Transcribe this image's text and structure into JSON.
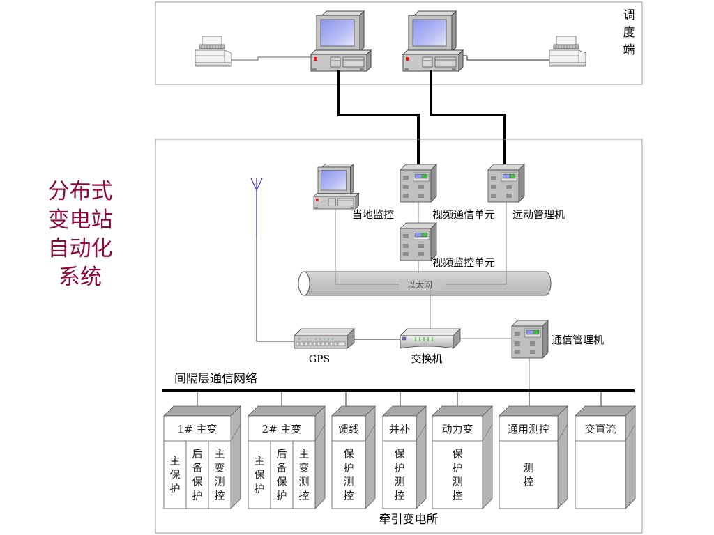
{
  "side_title": [
    "分布式",
    "变电站",
    "自动化",
    "系统"
  ],
  "dispatch": {
    "label_chars": [
      "调",
      "度",
      "端"
    ],
    "devices": [
      {
        "type": "printer",
        "name": "left-printer"
      },
      {
        "type": "computer",
        "name": "dispatch-computer-1"
      },
      {
        "type": "computer",
        "name": "dispatch-computer-2"
      },
      {
        "type": "printer",
        "name": "right-printer"
      }
    ]
  },
  "station": {
    "local_monitor": "当地监控",
    "video_comm_unit": "视频通信单元",
    "telecontrol_manager": "远动管理机",
    "video_monitor_unit": "视频监控单元",
    "ethernet": "以太网",
    "gps": "GPS",
    "switch": "交换机",
    "comm_manager": "通信管理机",
    "bay_network": "间隔层通信网络",
    "substation_label": "牵引变电所"
  },
  "cabinets": [
    {
      "title": "1# 主变",
      "columns": [
        [
          "主",
          "保",
          "护"
        ],
        [
          "后",
          "备",
          "保",
          "护"
        ],
        [
          "主",
          "变",
          "测",
          "控"
        ]
      ]
    },
    {
      "title": "2# 主变",
      "columns": [
        [
          "主",
          "保",
          "护"
        ],
        [
          "后",
          "备",
          "保",
          "护"
        ],
        [
          "主",
          "变",
          "测",
          "控"
        ]
      ]
    },
    {
      "title": "馈线",
      "columns": [
        [
          "保",
          "护",
          "测",
          "控"
        ]
      ]
    },
    {
      "title": "并补",
      "columns": [
        [
          "保",
          "护",
          "测",
          "控"
        ]
      ]
    },
    {
      "title": "动力变",
      "columns": [
        [
          "保",
          "护",
          "测",
          "控"
        ]
      ]
    },
    {
      "title": "通用测控",
      "columns": [
        [
          "测",
          "控"
        ]
      ]
    },
    {
      "title": "交直流",
      "columns": []
    }
  ],
  "colors": {
    "title_color": "#8b0a3c",
    "device_gray": "#c0c0c0",
    "screen_blue": "#aab0f0",
    "antenna_blue": "#4040c0",
    "pipe_gray": "#c8c8c8"
  }
}
